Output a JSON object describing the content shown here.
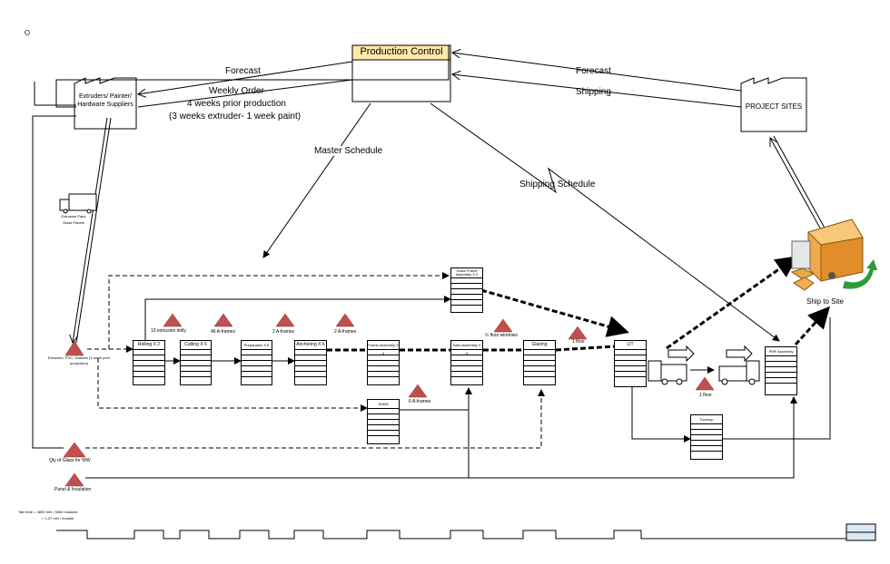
{
  "control": {
    "title": "Production Control"
  },
  "suppliers": {
    "name": "Extruders/ Painter/ Hardware Suppliers",
    "order_line1": "Weekly Order-",
    "order_line2": "4 weeks prior production",
    "order_line3": "(3 weeks extruder- 1 week paint)",
    "truck_items": "Extrusion Paint Glass Panels",
    "inventory_label": "Extrusion, PVC, Gaskets (1 week prior production)"
  },
  "customer": {
    "name": "PROJECT SITES"
  },
  "flows": {
    "forecast_left": "Forecast",
    "forecast_right": "Forecast",
    "shipping": "Shipping",
    "master_schedule": "Master Schedule",
    "shipping_schedule": "Shipping Schedule",
    "ship_to_site": "Ship to Site"
  },
  "processes": [
    {
      "name": "Rolling X 2"
    },
    {
      "name": "Cutting X 6"
    },
    {
      "name": "Preparation X 6"
    },
    {
      "name": "Anchoring X 6"
    },
    {
      "name": "Frame Assembly X 4"
    },
    {
      "name": "Sash Assembly X 4"
    },
    {
      "name": "Glazing"
    },
    {
      "name": "LIT"
    },
    {
      "name": "Glass Frame Assembly X 2"
    },
    {
      "name": "SHIIM"
    },
    {
      "name": "PMF Assembly"
    },
    {
      "name": "Touchup"
    }
  ],
  "inventories": {
    "rolling": "10 extrusion dolly",
    "cutting": "46 A-frames",
    "prep": "2 A-frames",
    "anchoring": "2 A-frames",
    "sash": "½ floor windows",
    "glazing": "1 floor",
    "lit": "1 floor",
    "shiim": "6 A-frames",
    "glass": "Qty of Glass for WW",
    "panel": "Panel & Insulation"
  },
  "takt": {
    "line1": "Takt time = 4800 min / 3500 modules",
    "line2": "= 1.37 min / module"
  }
}
